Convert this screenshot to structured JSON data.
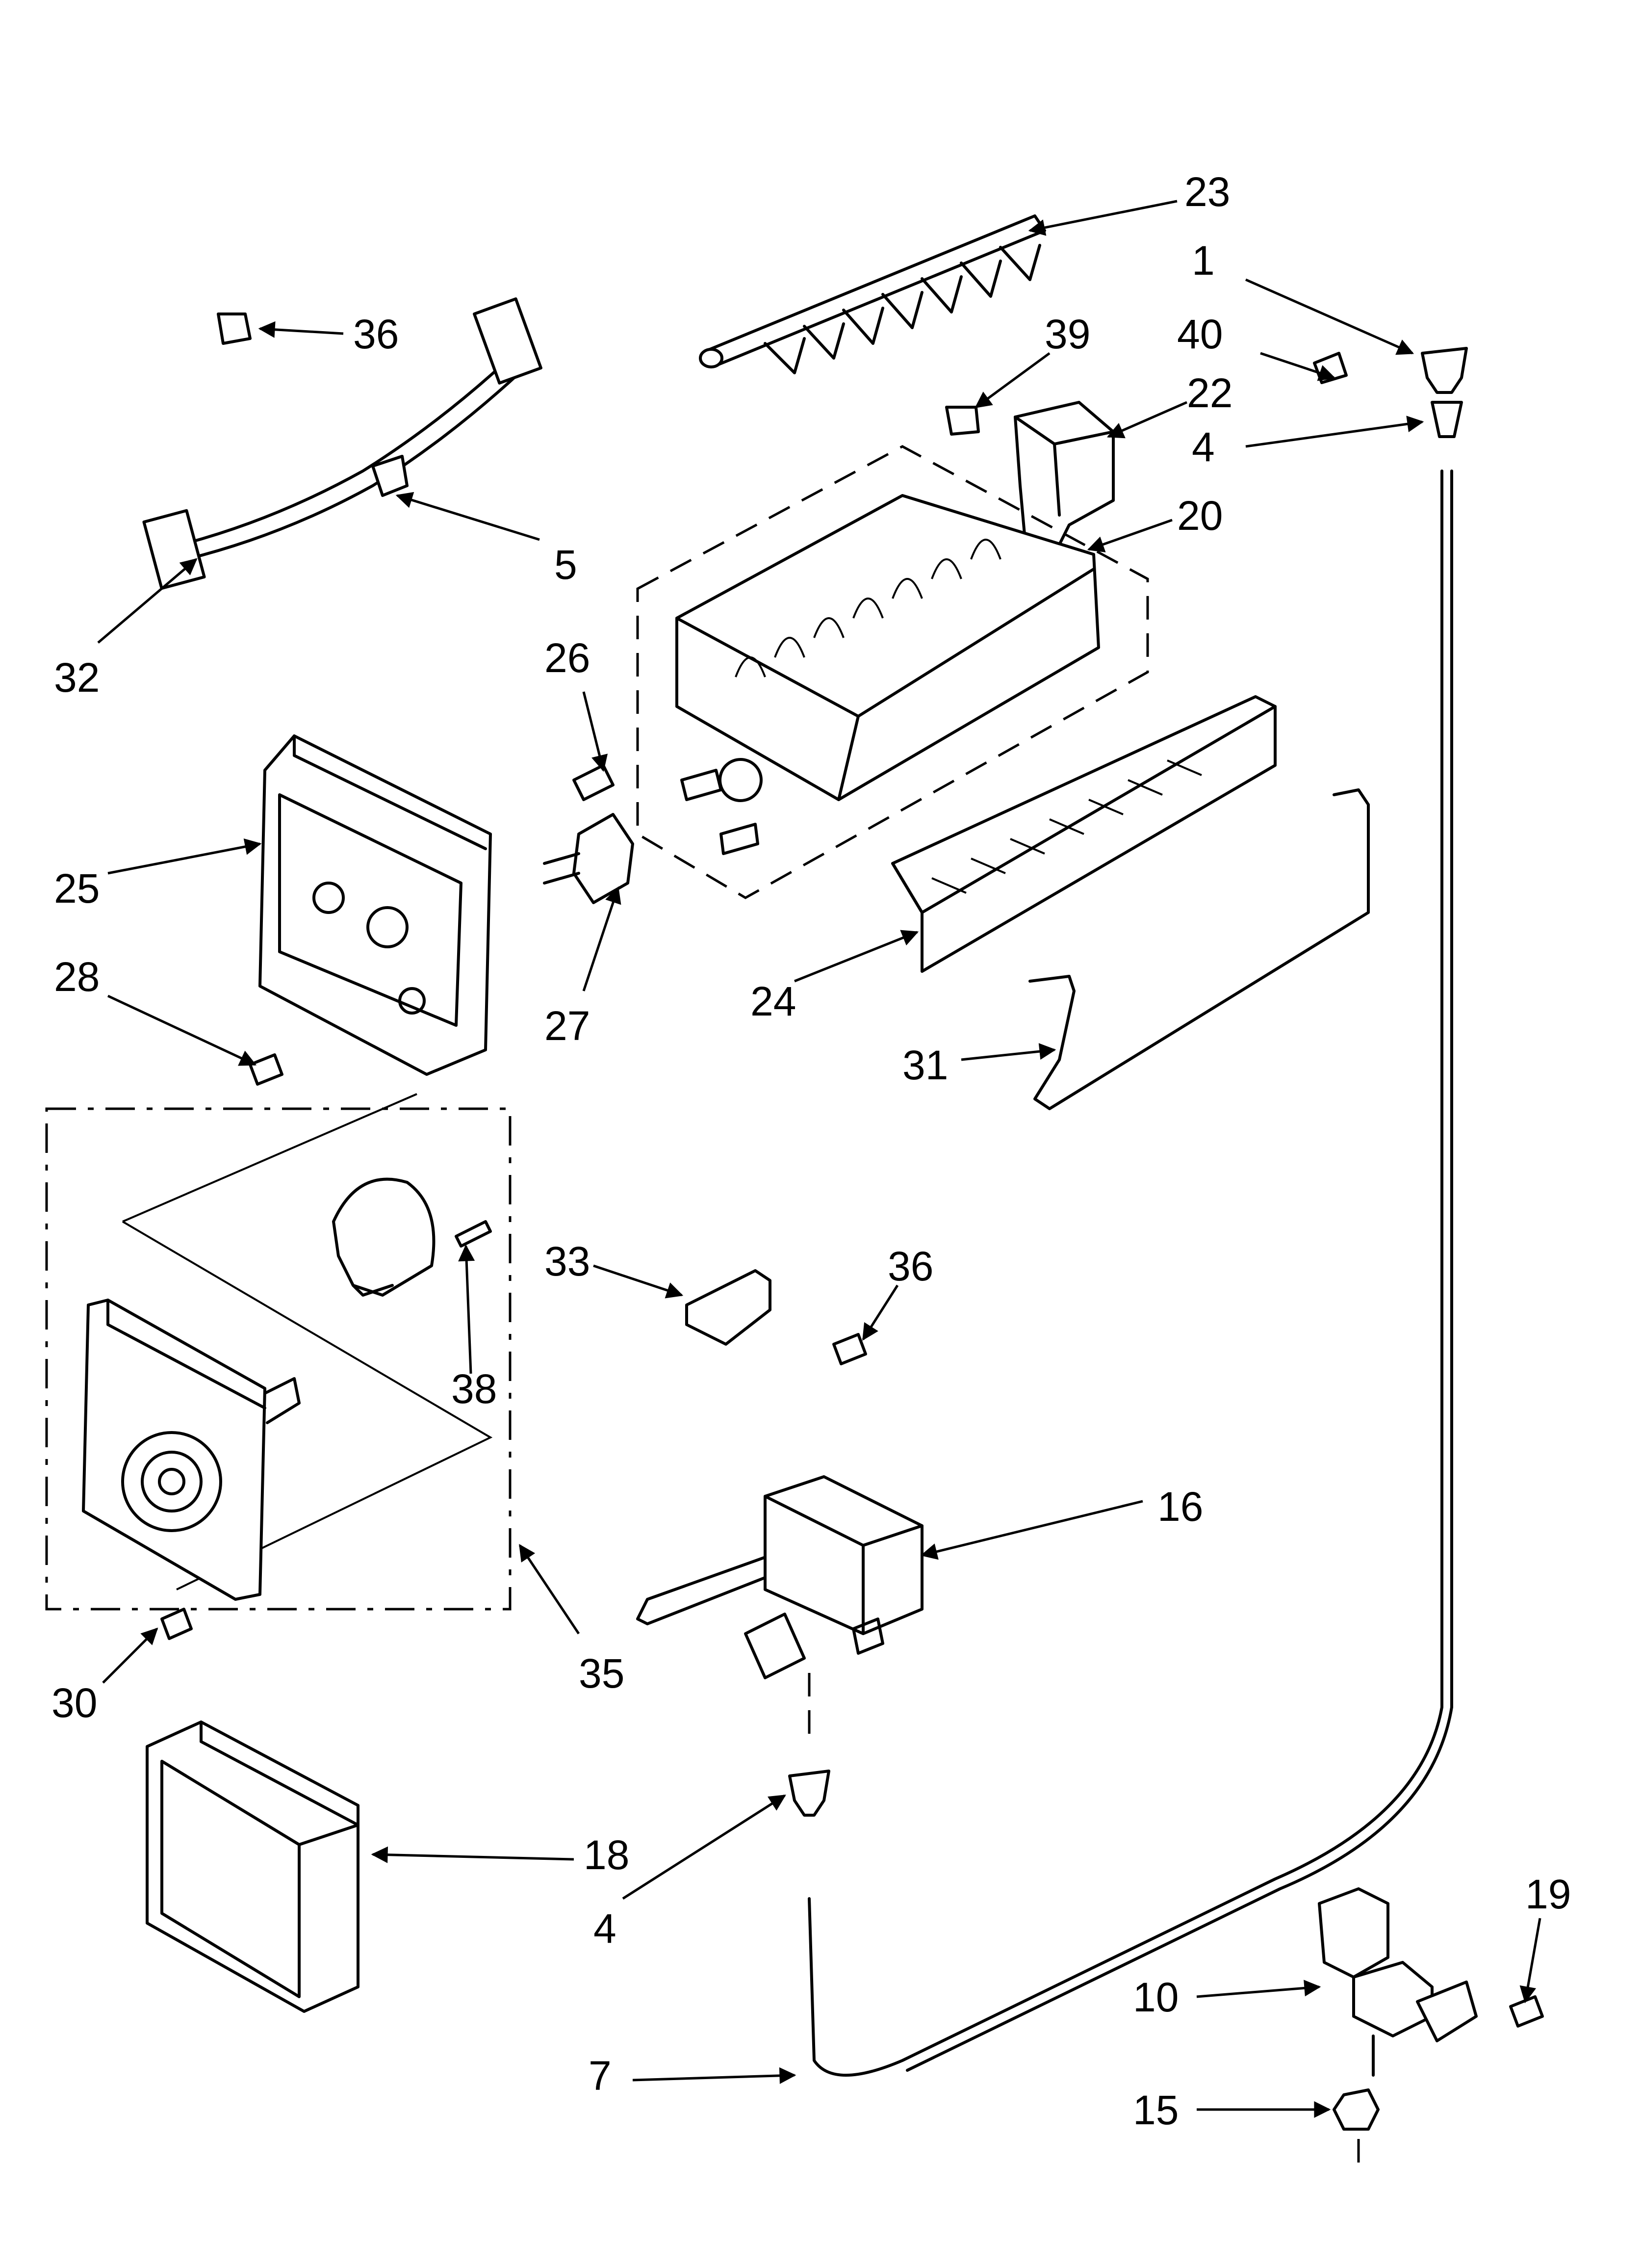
{
  "callouts": {
    "c23": "23",
    "c1": "1",
    "c36a": "36",
    "c39": "39",
    "c40": "40",
    "c22": "22",
    "c4a": "4",
    "c20": "20",
    "c5": "5",
    "c32": "32",
    "c26": "26",
    "c25": "25",
    "c28": "28",
    "c27": "27",
    "c24": "24",
    "c31": "31",
    "c33": "33",
    "c36b": "36",
    "c38": "38",
    "c16": "16",
    "c30": "30",
    "c35": "35",
    "c18": "18",
    "c19": "19",
    "c4b": "4",
    "c10": "10",
    "c7": "7",
    "c15": "15"
  }
}
